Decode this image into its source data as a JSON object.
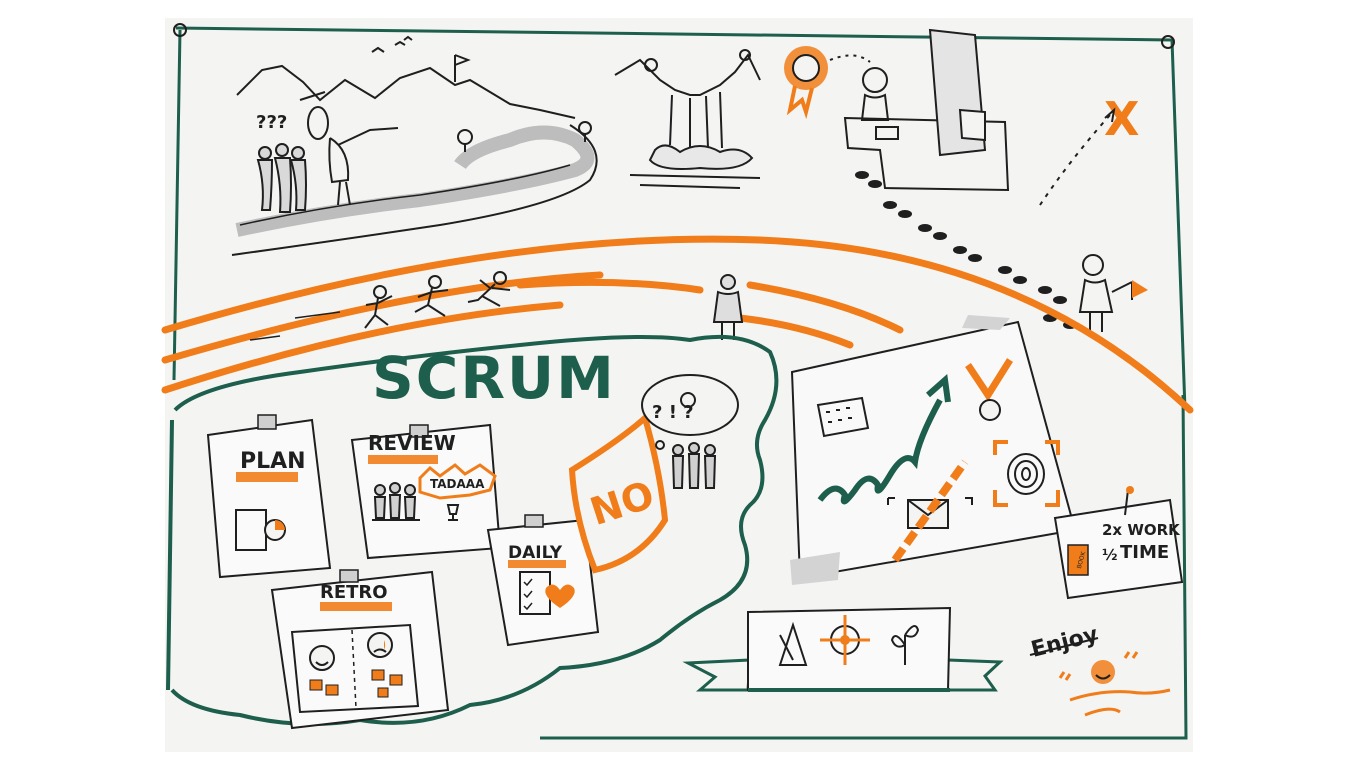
{
  "colors": {
    "background": "#ffffff",
    "paper": "#f4f4f2",
    "ink": "#1f1f1f",
    "orange": "#f07d1a",
    "green": "#1d5e4c",
    "shadow": "#bdbdbd"
  },
  "title": "SCRUM",
  "cards": {
    "plan": "PLAN",
    "review": "REVIEW",
    "review_shout": "TADAAA",
    "retro": "RETRO",
    "daily": "DAILY",
    "shield": "NO"
  },
  "note": {
    "line1": "2x WORK",
    "line2_fraction": "½",
    "line2": "TIME",
    "book": "BOOK"
  },
  "thought_bubble": "? ! ?",
  "confused_people": "???",
  "goal_marker": "X",
  "enjoy": "Enjoy",
  "icons": [
    "mountain-icon",
    "flag-icon",
    "waterfall-icon",
    "award-rosette-icon",
    "file-cabinet-icon",
    "footprints-icon",
    "runner-icon",
    "calendar-icon",
    "medal-icon",
    "fingerprint-icon",
    "envelope-icon",
    "metronome-icon",
    "target-icon",
    "plant-icon",
    "smiley-icon",
    "heart-icon",
    "trophy-icon",
    "lightbulb-icon"
  ]
}
